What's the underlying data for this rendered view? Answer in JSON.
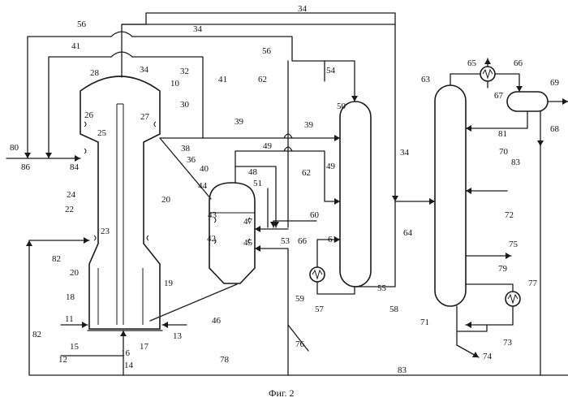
{
  "caption": "Фиг. 2",
  "labels": {
    "l1": "34",
    "l2": "56",
    "l3": "34",
    "l4": "41",
    "l5": "56",
    "l6": "34",
    "l7": "28",
    "l8": "32",
    "l9": "10",
    "l10": "41",
    "l11": "62",
    "l12": "54",
    "l13": "30",
    "l14": "26",
    "l15": "27",
    "l16": "39",
    "l17": "39",
    "l18": "50",
    "l19": "25",
    "l20": "38",
    "l21": "80",
    "l22": "86",
    "l23": "84",
    "l24": "36",
    "l25": "49",
    "l26": "48",
    "l27": "40",
    "l28": "44",
    "l29": "51",
    "l30": "62",
    "l31": "49",
    "l32": "24",
    "l33": "20",
    "l34": "22",
    "l35": "43",
    "l36": "47",
    "l37": "60",
    "l38": "42",
    "l39": "45",
    "l40": "53",
    "l41": "66",
    "l42": "23",
    "l43": "61",
    "l44": "82",
    "l45": "20",
    "l46": "19",
    "l47": "59",
    "l48": "55",
    "l49": "18",
    "l50": "57",
    "l51": "58",
    "l52": "46",
    "l53": "11",
    "l54": "13",
    "l55": "15",
    "l56": "16",
    "l57": "17",
    "l58": "12",
    "l59": "14",
    "l60": "82",
    "l61": "76",
    "l62": "78",
    "l63": "83",
    "l64": "65",
    "l65": "66",
    "l66": "63",
    "l67": "69",
    "l68": "67",
    "l69": "68",
    "l70": "81",
    "l71": "70",
    "l72": "83",
    "l73": "34",
    "l74": "72",
    "l75": "64",
    "l76": "75",
    "l77": "79",
    "l78": "77",
    "l79": "71",
    "l80": "73",
    "l81": "74"
  }
}
